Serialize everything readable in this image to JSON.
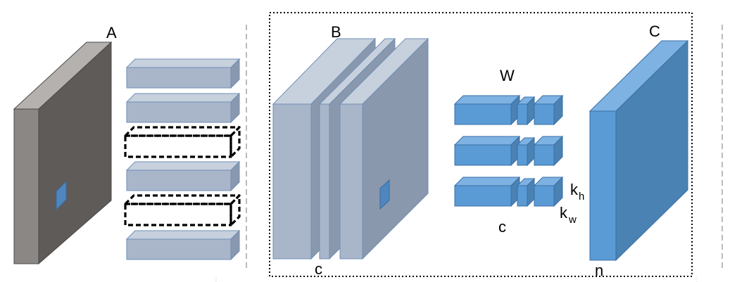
{
  "labels": {
    "a": "A",
    "b": "B",
    "c_top": "C",
    "w": "W",
    "c_bottom_left": "c",
    "c_weights": "c",
    "n": "n",
    "k": "k",
    "h": "h",
    "w_sub": "w"
  },
  "colors": {
    "gray_front": "#5f5b58",
    "gray_side": "#8a8785",
    "gray_top": "#a8a5a3",
    "steel_front": "#a9b6ca",
    "steel_top": "#c7d0dd",
    "steel_side": "#8a98ad",
    "blue_front": "#5b9bd5",
    "blue_side": "#4a82b4",
    "blue_top": "#7db2e2",
    "patch": "#4f86c0",
    "dashed": "#000000",
    "divider": "#bbbbbb"
  },
  "row_styles": [
    "solid",
    "solid",
    "dashed",
    "solid",
    "dashed",
    "solid"
  ],
  "weight_rows": 3
}
